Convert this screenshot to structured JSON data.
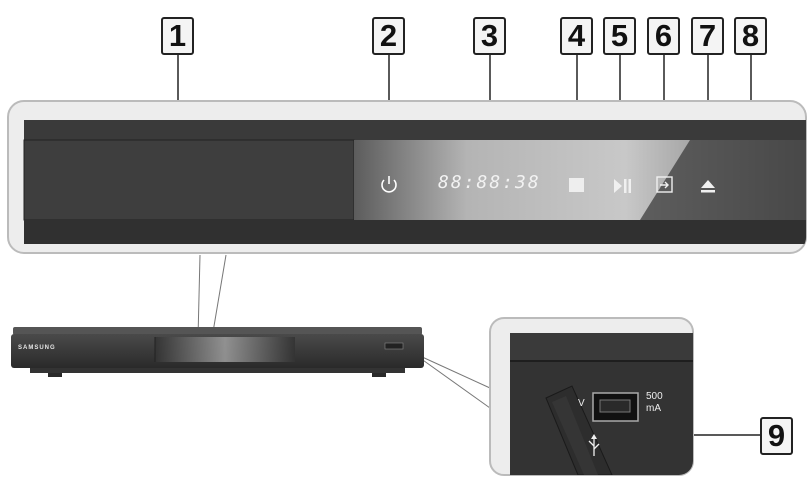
{
  "callouts": {
    "n1": "1",
    "n2": "2",
    "n3": "3",
    "n4": "4",
    "n5": "5",
    "n6": "6",
    "n7": "7",
    "n8": "8",
    "n9": "9"
  },
  "panel": {
    "display_text": "88:88:38"
  },
  "device": {
    "brand": "SAMSUNG"
  },
  "usb_port": {
    "label_v": "V",
    "current_value": "500",
    "current_unit": "mA"
  },
  "icons": {
    "power": "power-icon",
    "stop": "stop-icon",
    "play_pause": "play-pause-icon",
    "input_select": "input-select-icon",
    "eject": "eject-icon",
    "usb": "usb-icon"
  },
  "colors": {
    "panel_dark": "#3a3a3a",
    "panel_highlight": "#b9b9b9",
    "outline": "#222222",
    "callout_fill": "#f4f4f4"
  }
}
